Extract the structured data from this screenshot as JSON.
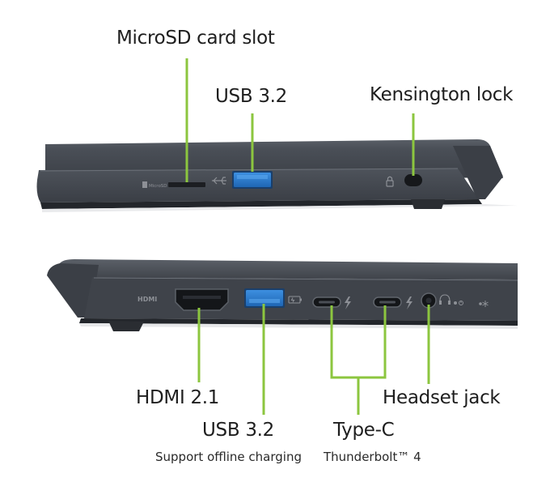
{
  "colors": {
    "callout": "#8cc63f",
    "usb_port": "#2f7fd0",
    "laptop_body": "#4b5058",
    "laptop_dark": "#2c3036",
    "background": "#ffffff"
  },
  "top_side": {
    "labels": {
      "microsd": "MicroSD card slot",
      "usb": "USB 3.2",
      "kensington": "Kensington lock"
    },
    "port_markings": {
      "microsd_text": "MicroSD"
    },
    "icons": [
      "microsd-icon",
      "usb-icon",
      "lock-icon"
    ]
  },
  "bottom_side": {
    "labels": {
      "hdmi": "HDMI 2.1",
      "usb": "USB 3.2",
      "usb_note": "Support offline charging",
      "typec": "Type-C",
      "typec_note": "Thunderbolt™ 4",
      "headset": "Headset jack"
    },
    "port_markings": {
      "hdmi_text": "HDMI"
    },
    "icons": [
      "battery-charge-icon",
      "thunderbolt-icon",
      "headset-icon",
      "power-led-icon",
      "activity-led-icon"
    ]
  }
}
